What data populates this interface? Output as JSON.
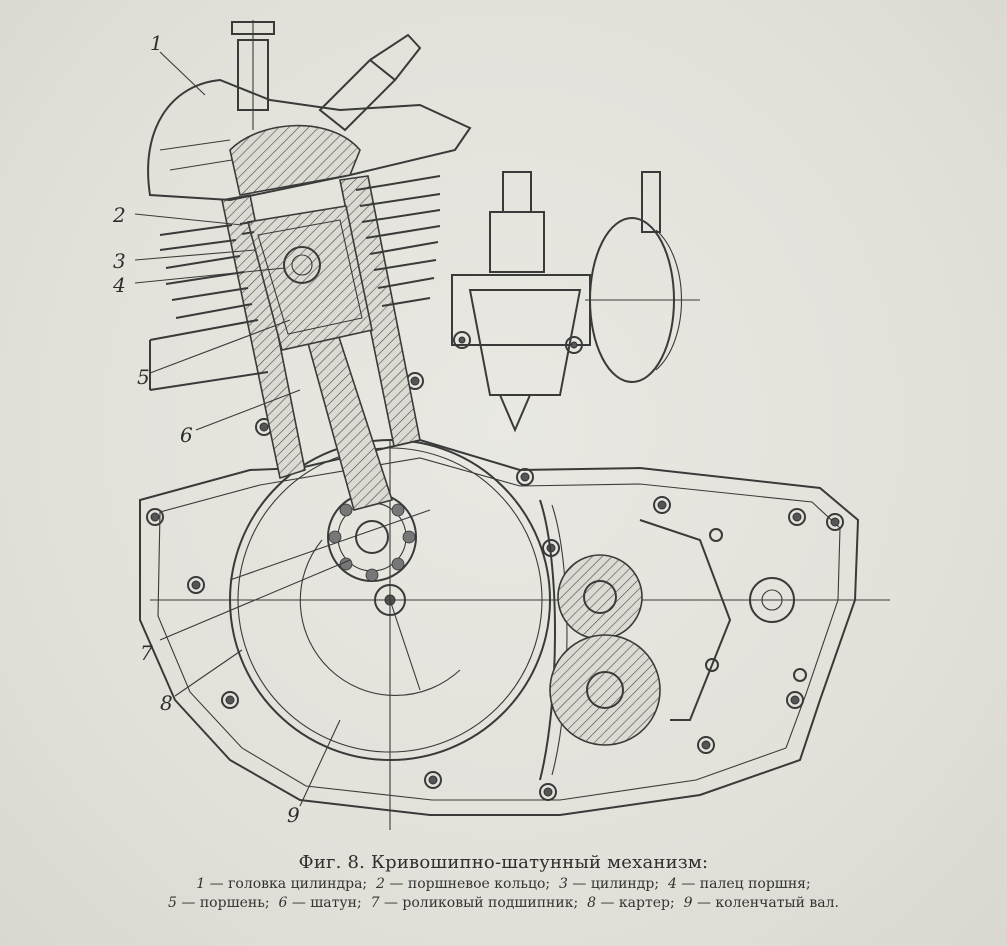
{
  "diagram": {
    "callouts": [
      {
        "id": "1",
        "label": "1"
      },
      {
        "id": "2",
        "label": "2"
      },
      {
        "id": "3",
        "label": "3"
      },
      {
        "id": "4",
        "label": "4"
      },
      {
        "id": "5",
        "label": "5"
      },
      {
        "id": "6",
        "label": "6"
      },
      {
        "id": "7",
        "label": "7"
      },
      {
        "id": "8",
        "label": "8"
      },
      {
        "id": "9",
        "label": "9"
      }
    ]
  },
  "caption": {
    "title": "Фиг. 8. Кривошипно-шатунный механизм:",
    "legend_line1": [
      {
        "num": "1",
        "text": "— головка  цилиндра;"
      },
      {
        "num": "2",
        "text": "— поршневое  кольцо;"
      },
      {
        "num": "3",
        "text": "— цилиндр;"
      },
      {
        "num": "4",
        "text": "— палец  поршня;"
      }
    ],
    "legend_line2": [
      {
        "num": "5",
        "text": "— поршень;"
      },
      {
        "num": "6",
        "text": "— шатун;"
      },
      {
        "num": "7",
        "text": "— роликовый подшипник;"
      },
      {
        "num": "8",
        "text": "— картер;"
      },
      {
        "num": "9",
        "text": "— коленчатый вал."
      }
    ]
  }
}
